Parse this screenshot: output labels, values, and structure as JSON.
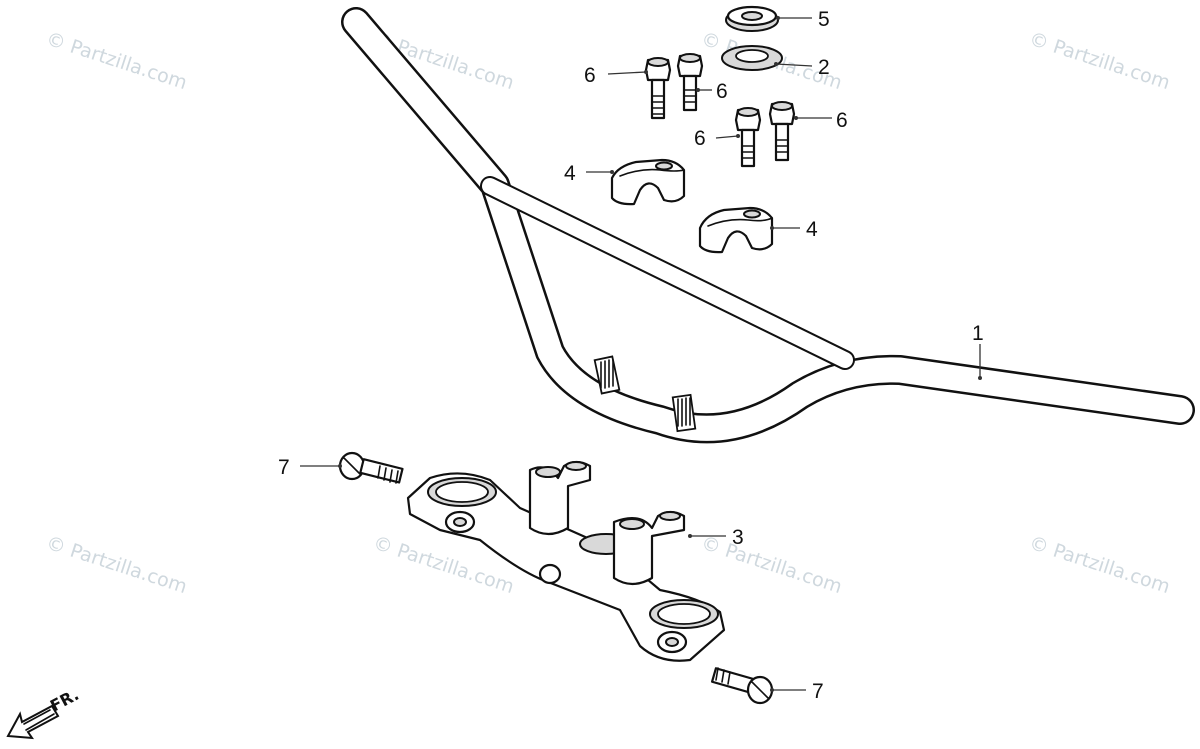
{
  "watermark": "© Partzilla.com",
  "callouts": {
    "handlebar": "1",
    "washer": "2",
    "lower_holder": "3",
    "upper_holder_left": "4",
    "upper_holder_right": "4",
    "nut": "5",
    "bolt_a": "6",
    "bolt_b": "6",
    "bolt_c": "6",
    "bolt_d": "6",
    "pinch_bolt_top": "7",
    "pinch_bolt_bottom": "7"
  },
  "direction_indicator": "FR."
}
